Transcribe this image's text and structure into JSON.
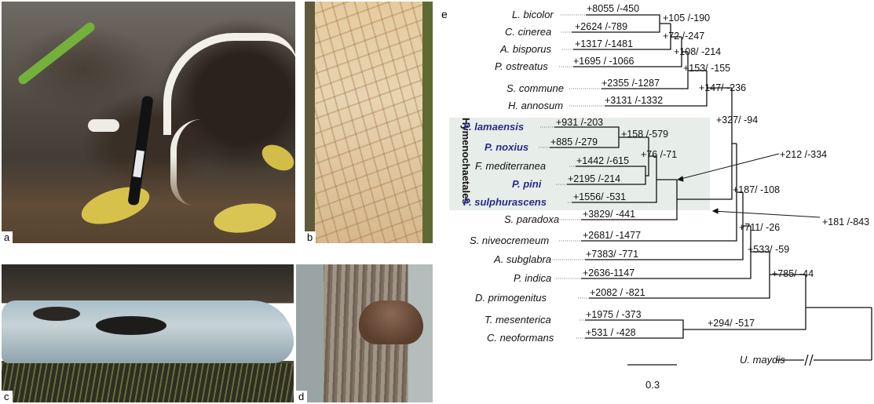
{
  "figure": {
    "panels": [
      {
        "letter": "a",
        "content": "photo"
      },
      {
        "letter": "b",
        "content": "photo"
      },
      {
        "letter": "c",
        "content": "photo"
      },
      {
        "letter": "d",
        "content": "photo"
      },
      {
        "letter": "e",
        "content": "phylogenetic tree"
      }
    ],
    "order_label": "Hymenochaetales",
    "scale_bar_label": "0.3",
    "taxa": [
      {
        "name": "L. bicolor",
        "gain_loss": "+8055 /-450",
        "highlight": false
      },
      {
        "name": "C. cinerea",
        "gain_loss": "+2624 /-789",
        "highlight": false
      },
      {
        "name": "A. bisporus",
        "gain_loss": "+1317 /-1481",
        "highlight": false
      },
      {
        "name": "P. ostreatus",
        "gain_loss": "+1695 / -1066",
        "highlight": false
      },
      {
        "name": "S. commune",
        "gain_loss": "+2355 /-1287",
        "highlight": false
      },
      {
        "name": "H. annosum",
        "gain_loss": "+3131 /-1332",
        "highlight": false
      },
      {
        "name": "P. lamaensis",
        "gain_loss": "+931 /-203",
        "highlight": true
      },
      {
        "name": "P. noxius",
        "gain_loss": "+885 /-279",
        "highlight": true
      },
      {
        "name": "F. mediterranea",
        "gain_loss": "+1442 /-615",
        "highlight": false
      },
      {
        "name": "P. pini",
        "gain_loss": "+2195 /-214",
        "highlight": true
      },
      {
        "name": "P. sulphurascens",
        "gain_loss": "+1556/ -531",
        "highlight": true
      },
      {
        "name": "S. paradoxa",
        "gain_loss": "+3829/ -441",
        "highlight": false
      },
      {
        "name": "S. niveocremeum",
        "gain_loss": "+2681/ -1477",
        "highlight": false
      },
      {
        "name": "A. subglabra",
        "gain_loss": "+7383/ -771",
        "highlight": false
      },
      {
        "name": "P. indica",
        "gain_loss": "+2636-1147",
        "highlight": false
      },
      {
        "name": "D. primogenitus",
        "gain_loss": "+2082 / -821",
        "highlight": false
      },
      {
        "name": "T. mesenterica",
        "gain_loss": "+1975 / -373",
        "highlight": false
      },
      {
        "name": "C. neoformans",
        "gain_loss": "+531 / -428",
        "highlight": false
      },
      {
        "name": "U. maydis",
        "gain_loss": "",
        "highlight": false
      }
    ],
    "internal_nodes": [
      "+105 /-190",
      "+72 /-247",
      "+108/ -214",
      "+153/ -155",
      "+147/ -236",
      "+158 /-579",
      "+76 /-71",
      "+327/ -94",
      "+212 /-334",
      "+187/ -108",
      "+181 /-843",
      "+711/ -26",
      "+533/ -59",
      "+785/ -44",
      "+294/ -517"
    ]
  }
}
